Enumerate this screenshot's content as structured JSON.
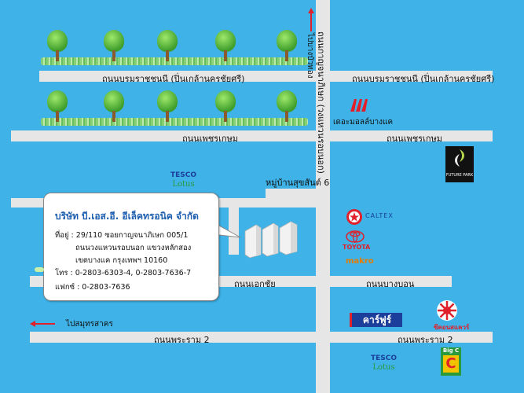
{
  "roads": {
    "top_left": "ถนนบรมราชชนนี (ปิ่นเกล้านครชัยศรี)",
    "top_right": "ถนนบรมราชชนนี (ปิ่นเกล้านครชัยศรี)",
    "middle_left": "ถนนเพชรเกษม",
    "middle_right": "ถนนเพชรเกษม",
    "vertical": "ถนนกาญจนาภิเษก (วงแหวนรอบนอก)",
    "ekkachai": "ถนนเอกชัย",
    "bangbon": "ถนนบางบอน",
    "rama2_left": "ถนนพระราม 2",
    "rama2_right": "ถนนพระราม 2"
  },
  "directions": {
    "north": "ไปบางบัวทอง",
    "west": "ไปสมุทรสาคร"
  },
  "places": {
    "mall": "เดอะมอลล์บางแค",
    "village": "หมู่บ้านสุขสันต์ 6",
    "tesco_top_line1": "TESCO",
    "tesco_top_line2": "Lotus",
    "tesco_bottom_line1": "TESCO",
    "tesco_bottom_line2": "Lotus",
    "future_park": "FUTURE PARK",
    "caltex": "CALTEX",
    "toyota": "TOYOTA",
    "makro": "makro",
    "carrefour": "คาร์ฟูร์",
    "seacon": "ซีคอนสแควร์",
    "bigc": "Big C"
  },
  "company": {
    "name": "บริษัท บี.เอส.อี. อีเล็คทรอนิค จำกัด",
    "address_line1": "ที่อยู่ : 29/110 ซอยกาญจนาภิเษก 005/1",
    "address_line2": "ถนนวงแหวนรอบนอก แขวงหลักสอง",
    "address_line3": "เขตบางแค กรุงเทพฯ 10160",
    "phone": "โทร : 0-2803-6303-4, 0-2803-7636-7",
    "fax": "แฟกซ์ : 0-2803-7636"
  },
  "colors": {
    "background": "#3fb3e8",
    "road": "#e6e6e6",
    "arrow": "#e0202a",
    "company_name": "#1f5fb0"
  }
}
